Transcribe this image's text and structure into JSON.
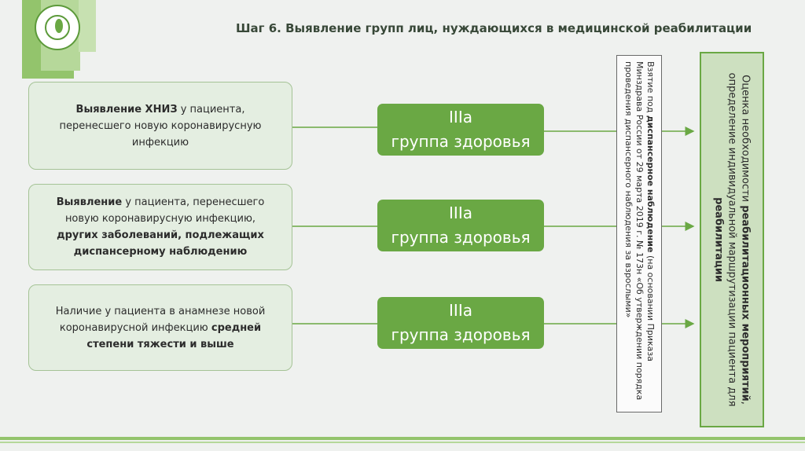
{
  "title": "Шаг 6. Выявление групп лиц, нуждающихся в медицинской реабилитации",
  "conditions": [
    {
      "bold1": "Выявление ХНИЗ",
      "text1": " у пациента, перенесшего новую коронавирусную инфекцию",
      "bold2": "",
      "text2": ""
    },
    {
      "bold1": "Выявление",
      "text1": " у пациента, перенесшего новую коронавирусную инфекцию, ",
      "bold2": "других заболеваний, подлежащих диспансерному наблюдению",
      "text2": ""
    },
    {
      "bold1": "",
      "text1": "Наличие у пациента в анамнезе новой коронавирусной инфекцию ",
      "bold2": "средней степени тяжести и выше",
      "text2": ""
    }
  ],
  "groups": [
    {
      "line1": "IIIa",
      "line2": "группа здоровья"
    },
    {
      "line1": "IIIa",
      "line2": "группа здоровья"
    },
    {
      "line1": "IIIa",
      "line2": "группа здоровья"
    }
  ],
  "dispensary": {
    "pre": "Взятие под ",
    "bold": "диспансерное наблюдение",
    "post": " (на основании Приказа Минздрава России от 29 марта 2019 г. № 173н «Об утверждении порядка проведения диспансерного наблюдения за взрослыми»"
  },
  "rehab": {
    "pre": "Оценка необходимости ",
    "bold1": "реабилитационных мероприятий",
    "mid": ", определение индивидуальной маршрутизации пациента для ",
    "bold2": "реабилитации"
  },
  "colors": {
    "accent": "#6aa844",
    "light_green": "#cde0c0",
    "box_bg": "#e4eee1"
  }
}
